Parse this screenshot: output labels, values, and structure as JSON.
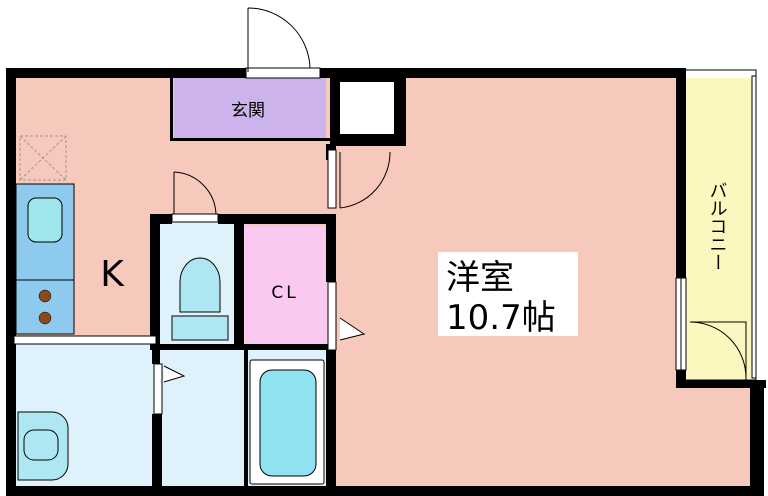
{
  "rooms": {
    "genkan": "玄関",
    "kitchen": "K",
    "closet": "CL",
    "western_room": "洋室",
    "western_room_size": "10.7帖",
    "balcony": "バルコニー"
  },
  "colors": {
    "wall": "#000000",
    "floor_pink": "#f7c9bd",
    "floor_blue": "#dff2fb",
    "genkan": "#cdb3ec",
    "closet": "#fbc9ef",
    "balcony": "#fbf7bf",
    "kitchen_unit": "#8ec9ee",
    "sink": "#9ee5ec",
    "bathtub": "#8fe3f0",
    "toilet": "#aee7f1",
    "burner": "#8a4a1c"
  }
}
